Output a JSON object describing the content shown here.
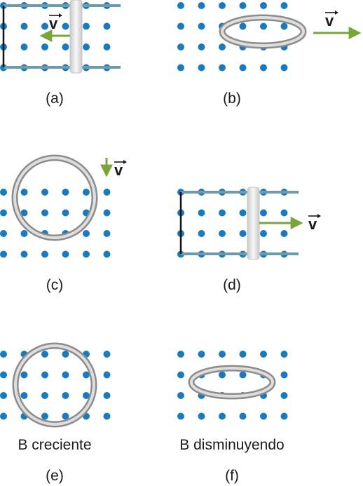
{
  "panels": [
    {
      "id": "a",
      "label": "(a)",
      "vector": "v",
      "caption": ""
    },
    {
      "id": "b",
      "label": "(b)",
      "vector": "v",
      "caption": ""
    },
    {
      "id": "c",
      "label": "(c)",
      "vector": "v",
      "caption": ""
    },
    {
      "id": "d",
      "label": "(d)",
      "vector": "v",
      "caption": ""
    },
    {
      "id": "e",
      "label": "(e)",
      "vector": "",
      "caption": "B creciente"
    },
    {
      "id": "f",
      "label": "(f)",
      "vector": "",
      "caption": "B disminuyendo"
    }
  ],
  "colors": {
    "dot": "#1a7abf",
    "rail": "#6f9aa8",
    "arrow": "#7aa53a",
    "ring": "#9a9a9a",
    "wire": "#111111"
  }
}
